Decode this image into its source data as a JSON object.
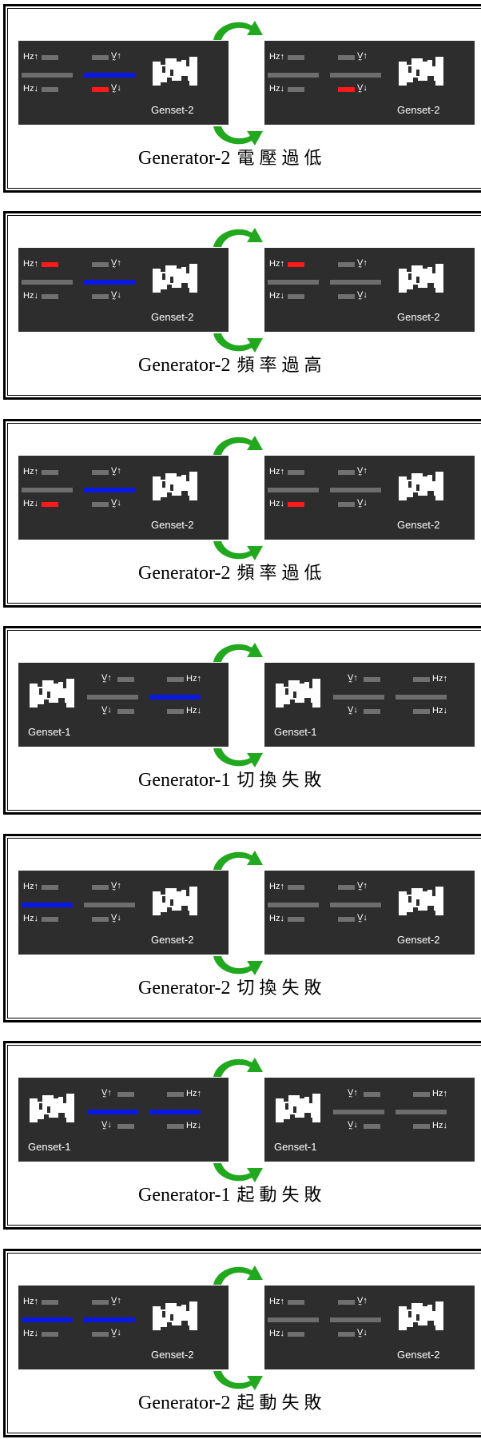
{
  "colors": {
    "panel": "#2d2d2d",
    "led_off": "#707070",
    "led_red": "#ff1a1a",
    "bar_blue": "#0a18e6",
    "bar_gray": "#6d6d6d",
    "arrow": "#22a81e"
  },
  "icons": {
    "genset": "genset-icon",
    "arrow_top": "swap-arrow-top-icon",
    "arrow_bottom": "swap-arrow-bottom-icon"
  },
  "labels": {
    "hz_up": "Hz↑",
    "hz_down": "Hz↓",
    "v_up": "V̰↑",
    "v_down": "V̰↓"
  },
  "cards": [
    {
      "caption_en": "Generator-2",
      "caption_zh": "電壓過低",
      "panels": [
        {
          "layout": "hz-left",
          "genset_label": "Genset-2",
          "leds": {
            "hz_up": "off",
            "hz_down": "off",
            "v_up": "off",
            "v_down": "red"
          },
          "bars": [
            "gray",
            "blue"
          ]
        },
        {
          "layout": "hz-left",
          "genset_label": "Genset-2",
          "leds": {
            "hz_up": "off",
            "hz_down": "off",
            "v_up": "off",
            "v_down": "red"
          },
          "bars": [
            "gray",
            "gray"
          ]
        }
      ]
    },
    {
      "caption_en": "Generator-2",
      "caption_zh": "頻率過高",
      "panels": [
        {
          "layout": "hz-left",
          "genset_label": "Genset-2",
          "leds": {
            "hz_up": "red",
            "hz_down": "off",
            "v_up": "off",
            "v_down": "off"
          },
          "bars": [
            "gray",
            "blue"
          ]
        },
        {
          "layout": "hz-left",
          "genset_label": "Genset-2",
          "leds": {
            "hz_up": "red",
            "hz_down": "off",
            "v_up": "off",
            "v_down": "off"
          },
          "bars": [
            "gray",
            "gray"
          ]
        }
      ]
    },
    {
      "caption_en": "Generator-2",
      "caption_zh": "頻率過低",
      "panels": [
        {
          "layout": "hz-left",
          "genset_label": "Genset-2",
          "leds": {
            "hz_up": "off",
            "hz_down": "red",
            "v_up": "off",
            "v_down": "off"
          },
          "bars": [
            "gray",
            "blue"
          ]
        },
        {
          "layout": "hz-left",
          "genset_label": "Genset-2",
          "leds": {
            "hz_up": "off",
            "hz_down": "red",
            "v_up": "off",
            "v_down": "off"
          },
          "bars": [
            "gray",
            "gray"
          ]
        }
      ]
    },
    {
      "caption_en": "Generator-1",
      "caption_zh": "切換失敗",
      "panels": [
        {
          "layout": "genset-left",
          "genset_label": "Genset-1",
          "leds": {
            "hz_up": "off",
            "hz_down": "off",
            "v_up": "off",
            "v_down": "off"
          },
          "bars": [
            "gray",
            "blue"
          ]
        },
        {
          "layout": "genset-left",
          "genset_label": "Genset-1",
          "leds": {
            "hz_up": "off",
            "hz_down": "off",
            "v_up": "off",
            "v_down": "off"
          },
          "bars": [
            "gray",
            "gray"
          ]
        }
      ]
    },
    {
      "caption_en": "Generator-2",
      "caption_zh": "切換失敗",
      "panels": [
        {
          "layout": "hz-left",
          "genset_label": "Genset-2",
          "leds": {
            "hz_up": "off",
            "hz_down": "off",
            "v_up": "off",
            "v_down": "off"
          },
          "bars": [
            "blue",
            "gray"
          ]
        },
        {
          "layout": "hz-left",
          "genset_label": "Genset-2",
          "leds": {
            "hz_up": "off",
            "hz_down": "off",
            "v_up": "off",
            "v_down": "off"
          },
          "bars": [
            "gray",
            "gray"
          ]
        }
      ]
    },
    {
      "caption_en": "Generator-1",
      "caption_zh": "起動失敗",
      "panels": [
        {
          "layout": "genset-left",
          "genset_label": "Genset-1",
          "leds": {
            "hz_up": "off",
            "hz_down": "off",
            "v_up": "off",
            "v_down": "off"
          },
          "bars": [
            "blue",
            "blue"
          ]
        },
        {
          "layout": "genset-left",
          "genset_label": "Genset-1",
          "leds": {
            "hz_up": "off",
            "hz_down": "off",
            "v_up": "off",
            "v_down": "off"
          },
          "bars": [
            "gray",
            "gray"
          ]
        }
      ]
    },
    {
      "caption_en": "Generator-2",
      "caption_zh": "起動失敗",
      "panels": [
        {
          "layout": "hz-left",
          "genset_label": "Genset-2",
          "leds": {
            "hz_up": "off",
            "hz_down": "off",
            "v_up": "off",
            "v_down": "off"
          },
          "bars": [
            "blue",
            "blue"
          ]
        },
        {
          "layout": "hz-left",
          "genset_label": "Genset-2",
          "leds": {
            "hz_up": "off",
            "hz_down": "off",
            "v_up": "off",
            "v_down": "off"
          },
          "bars": [
            "gray",
            "gray"
          ]
        }
      ]
    }
  ]
}
